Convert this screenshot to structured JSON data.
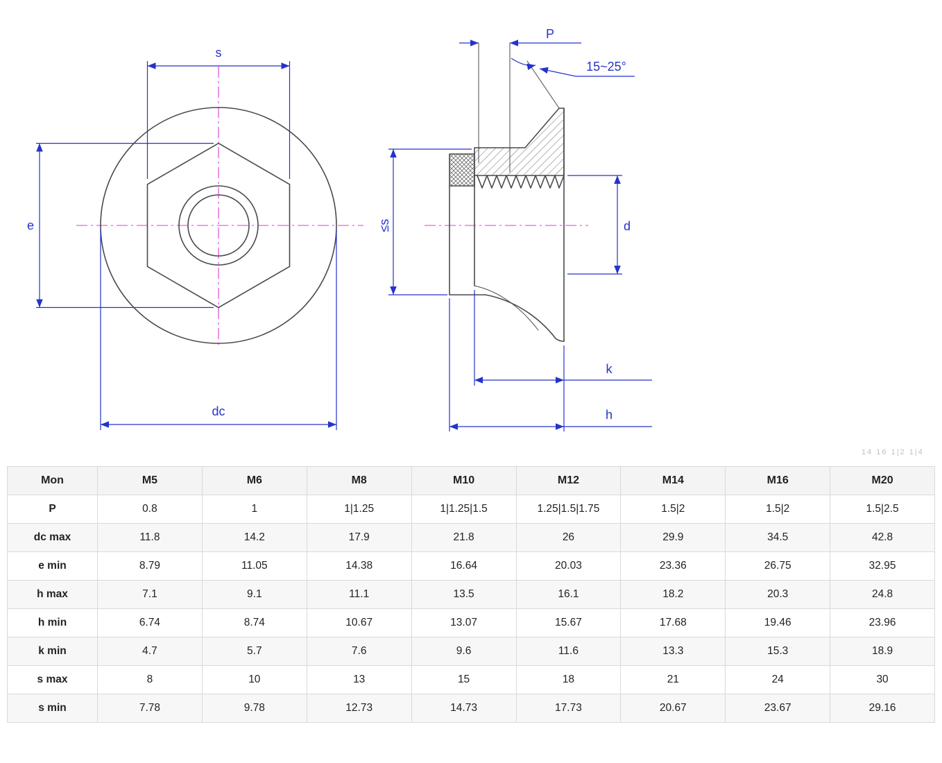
{
  "drawing": {
    "colors": {
      "dimension": "#2433cb",
      "centerline": "#e03bd6",
      "outline": "#4a4a4a"
    },
    "front_view": {
      "labels": {
        "s": "s",
        "e": "e",
        "dc": "dc"
      }
    },
    "section_view": {
      "labels": {
        "p": "P",
        "angle": "15~25°",
        "s_limit": "≤s",
        "d": "d",
        "k": "k",
        "h": "h"
      }
    },
    "edge_note": "14 16 1|2 1|4"
  },
  "table": {
    "columns": [
      "Mon",
      "M5",
      "M6",
      "M8",
      "M10",
      "M12",
      "M14",
      "M16",
      "M20"
    ],
    "rows": [
      {
        "label": "P",
        "values": [
          "0.8",
          "1",
          "1|1.25",
          "1|1.25|1.5",
          "1.25|1.5|1.75",
          "1.5|2",
          "1.5|2",
          "1.5|2.5"
        ]
      },
      {
        "label": "dc max",
        "values": [
          "11.8",
          "14.2",
          "17.9",
          "21.8",
          "26",
          "29.9",
          "34.5",
          "42.8"
        ]
      },
      {
        "label": "e min",
        "values": [
          "8.79",
          "11.05",
          "14.38",
          "16.64",
          "20.03",
          "23.36",
          "26.75",
          "32.95"
        ]
      },
      {
        "label": "h max",
        "values": [
          "7.1",
          "9.1",
          "11.1",
          "13.5",
          "16.1",
          "18.2",
          "20.3",
          "24.8"
        ]
      },
      {
        "label": "h min",
        "values": [
          "6.74",
          "8.74",
          "10.67",
          "13.07",
          "15.67",
          "17.68",
          "19.46",
          "23.96"
        ]
      },
      {
        "label": "k min",
        "values": [
          "4.7",
          "5.7",
          "7.6",
          "9.6",
          "11.6",
          "13.3",
          "15.3",
          "18.9"
        ]
      },
      {
        "label": "s max",
        "values": [
          "8",
          "10",
          "13",
          "15",
          "18",
          "21",
          "24",
          "30"
        ]
      },
      {
        "label": "s min",
        "values": [
          "7.78",
          "9.78",
          "12.73",
          "14.73",
          "17.73",
          "20.67",
          "23.67",
          "29.16"
        ]
      }
    ]
  }
}
